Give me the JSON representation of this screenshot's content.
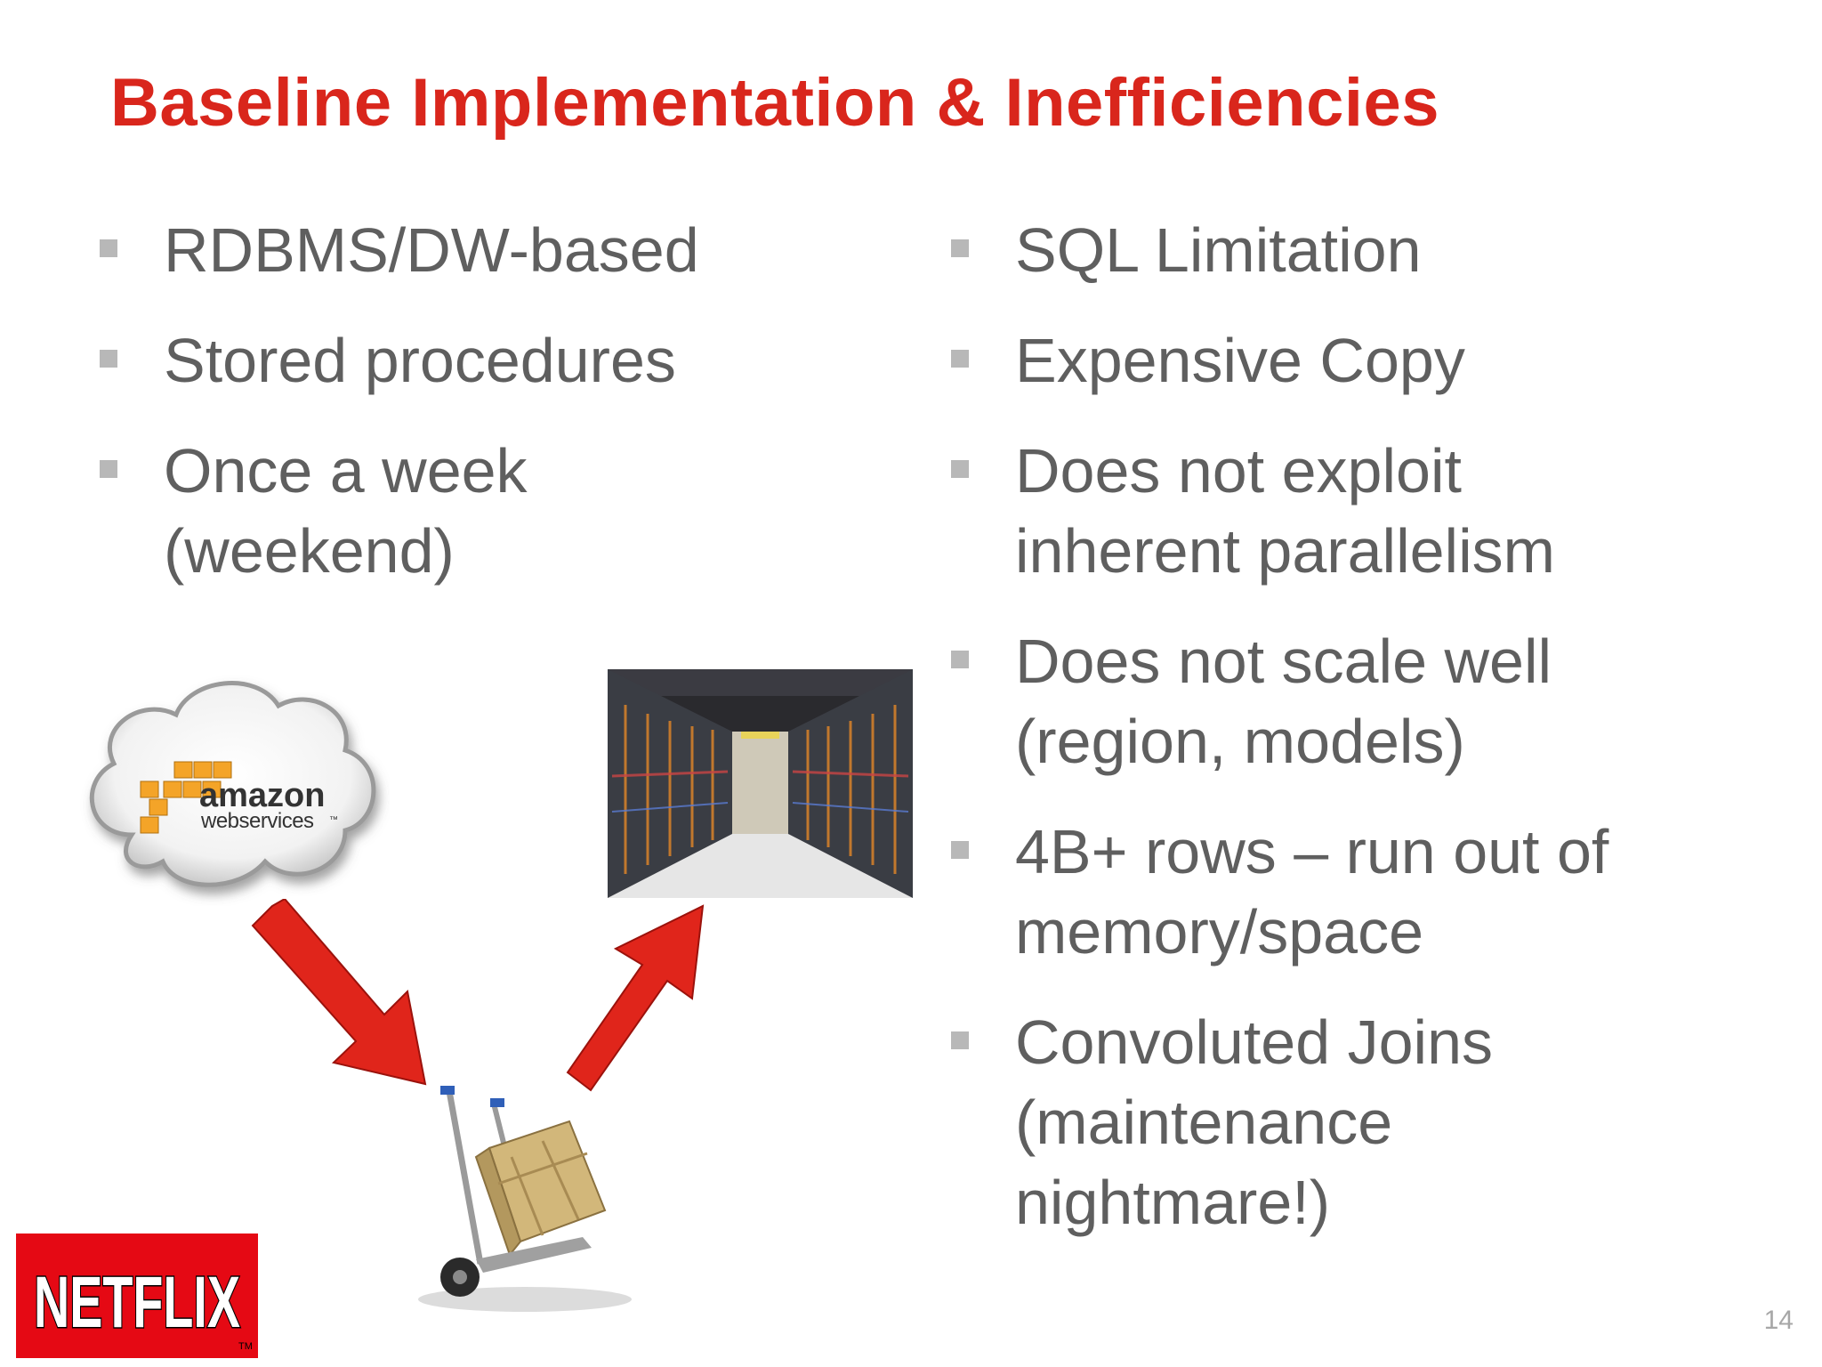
{
  "slide": {
    "title": "Baseline Implementation & Inefficiencies",
    "page_number": "14"
  },
  "left_bullets": [
    {
      "lines": [
        "RDBMS/DW-based"
      ]
    },
    {
      "lines": [
        "Stored procedures"
      ]
    },
    {
      "lines": [
        "Once a week",
        "(weekend)"
      ]
    }
  ],
  "right_bullets": [
    {
      "lines": [
        "SQL Limitation"
      ]
    },
    {
      "lines": [
        "Expensive Copy"
      ]
    },
    {
      "lines": [
        "Does not exploit",
        "inherent parallelism"
      ]
    },
    {
      "lines": [
        "Does not scale well",
        "(region, models)"
      ]
    },
    {
      "lines": [
        "4B+ rows – run out of",
        "memory/space"
      ]
    },
    {
      "lines": [
        "Convoluted Joins",
        "(maintenance",
        "nightmare!)"
      ]
    }
  ],
  "illustration": {
    "aws_logo": {
      "word": "amazon",
      "sub": "webservices",
      "tm": "™"
    },
    "netflix_logo": {
      "text": "NETFLIX",
      "tm": "TM"
    }
  },
  "colors": {
    "title": "#d9261c",
    "body_text": "#5f5f5f",
    "bullet_marker": "#b8b8b8",
    "arrow": "#e0251b",
    "netflix_red": "#e50914",
    "aws_orange": "#f4a428"
  }
}
